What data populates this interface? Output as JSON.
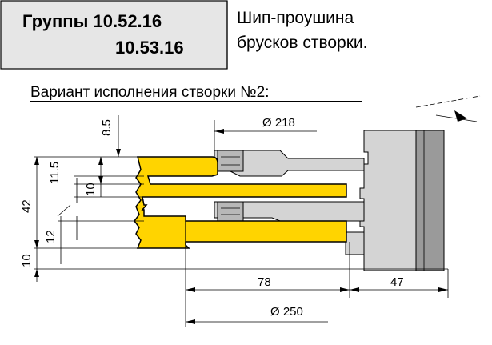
{
  "header": {
    "groups_label": "Группы 10.52.16",
    "groups_second": "10.53.16",
    "description_line1": "Шип-проушина",
    "description_line2": "брусков створки."
  },
  "variant_title": "Вариант исполнения створки №2:",
  "dimensions": {
    "d_218": "Ø 218",
    "d_250": "Ø 250",
    "len_78": "78",
    "len_47": "47",
    "v_8_5": "8.5",
    "v_11_5": "11.5",
    "v_10": "10",
    "v_42": "42",
    "v_12": "12",
    "v_10_bottom": "10"
  },
  "colors": {
    "wood": "#ffd400",
    "cutter": "#d4d4d4",
    "cutter_body": "#9a9a9a",
    "title_box": "#e6e6e6"
  }
}
